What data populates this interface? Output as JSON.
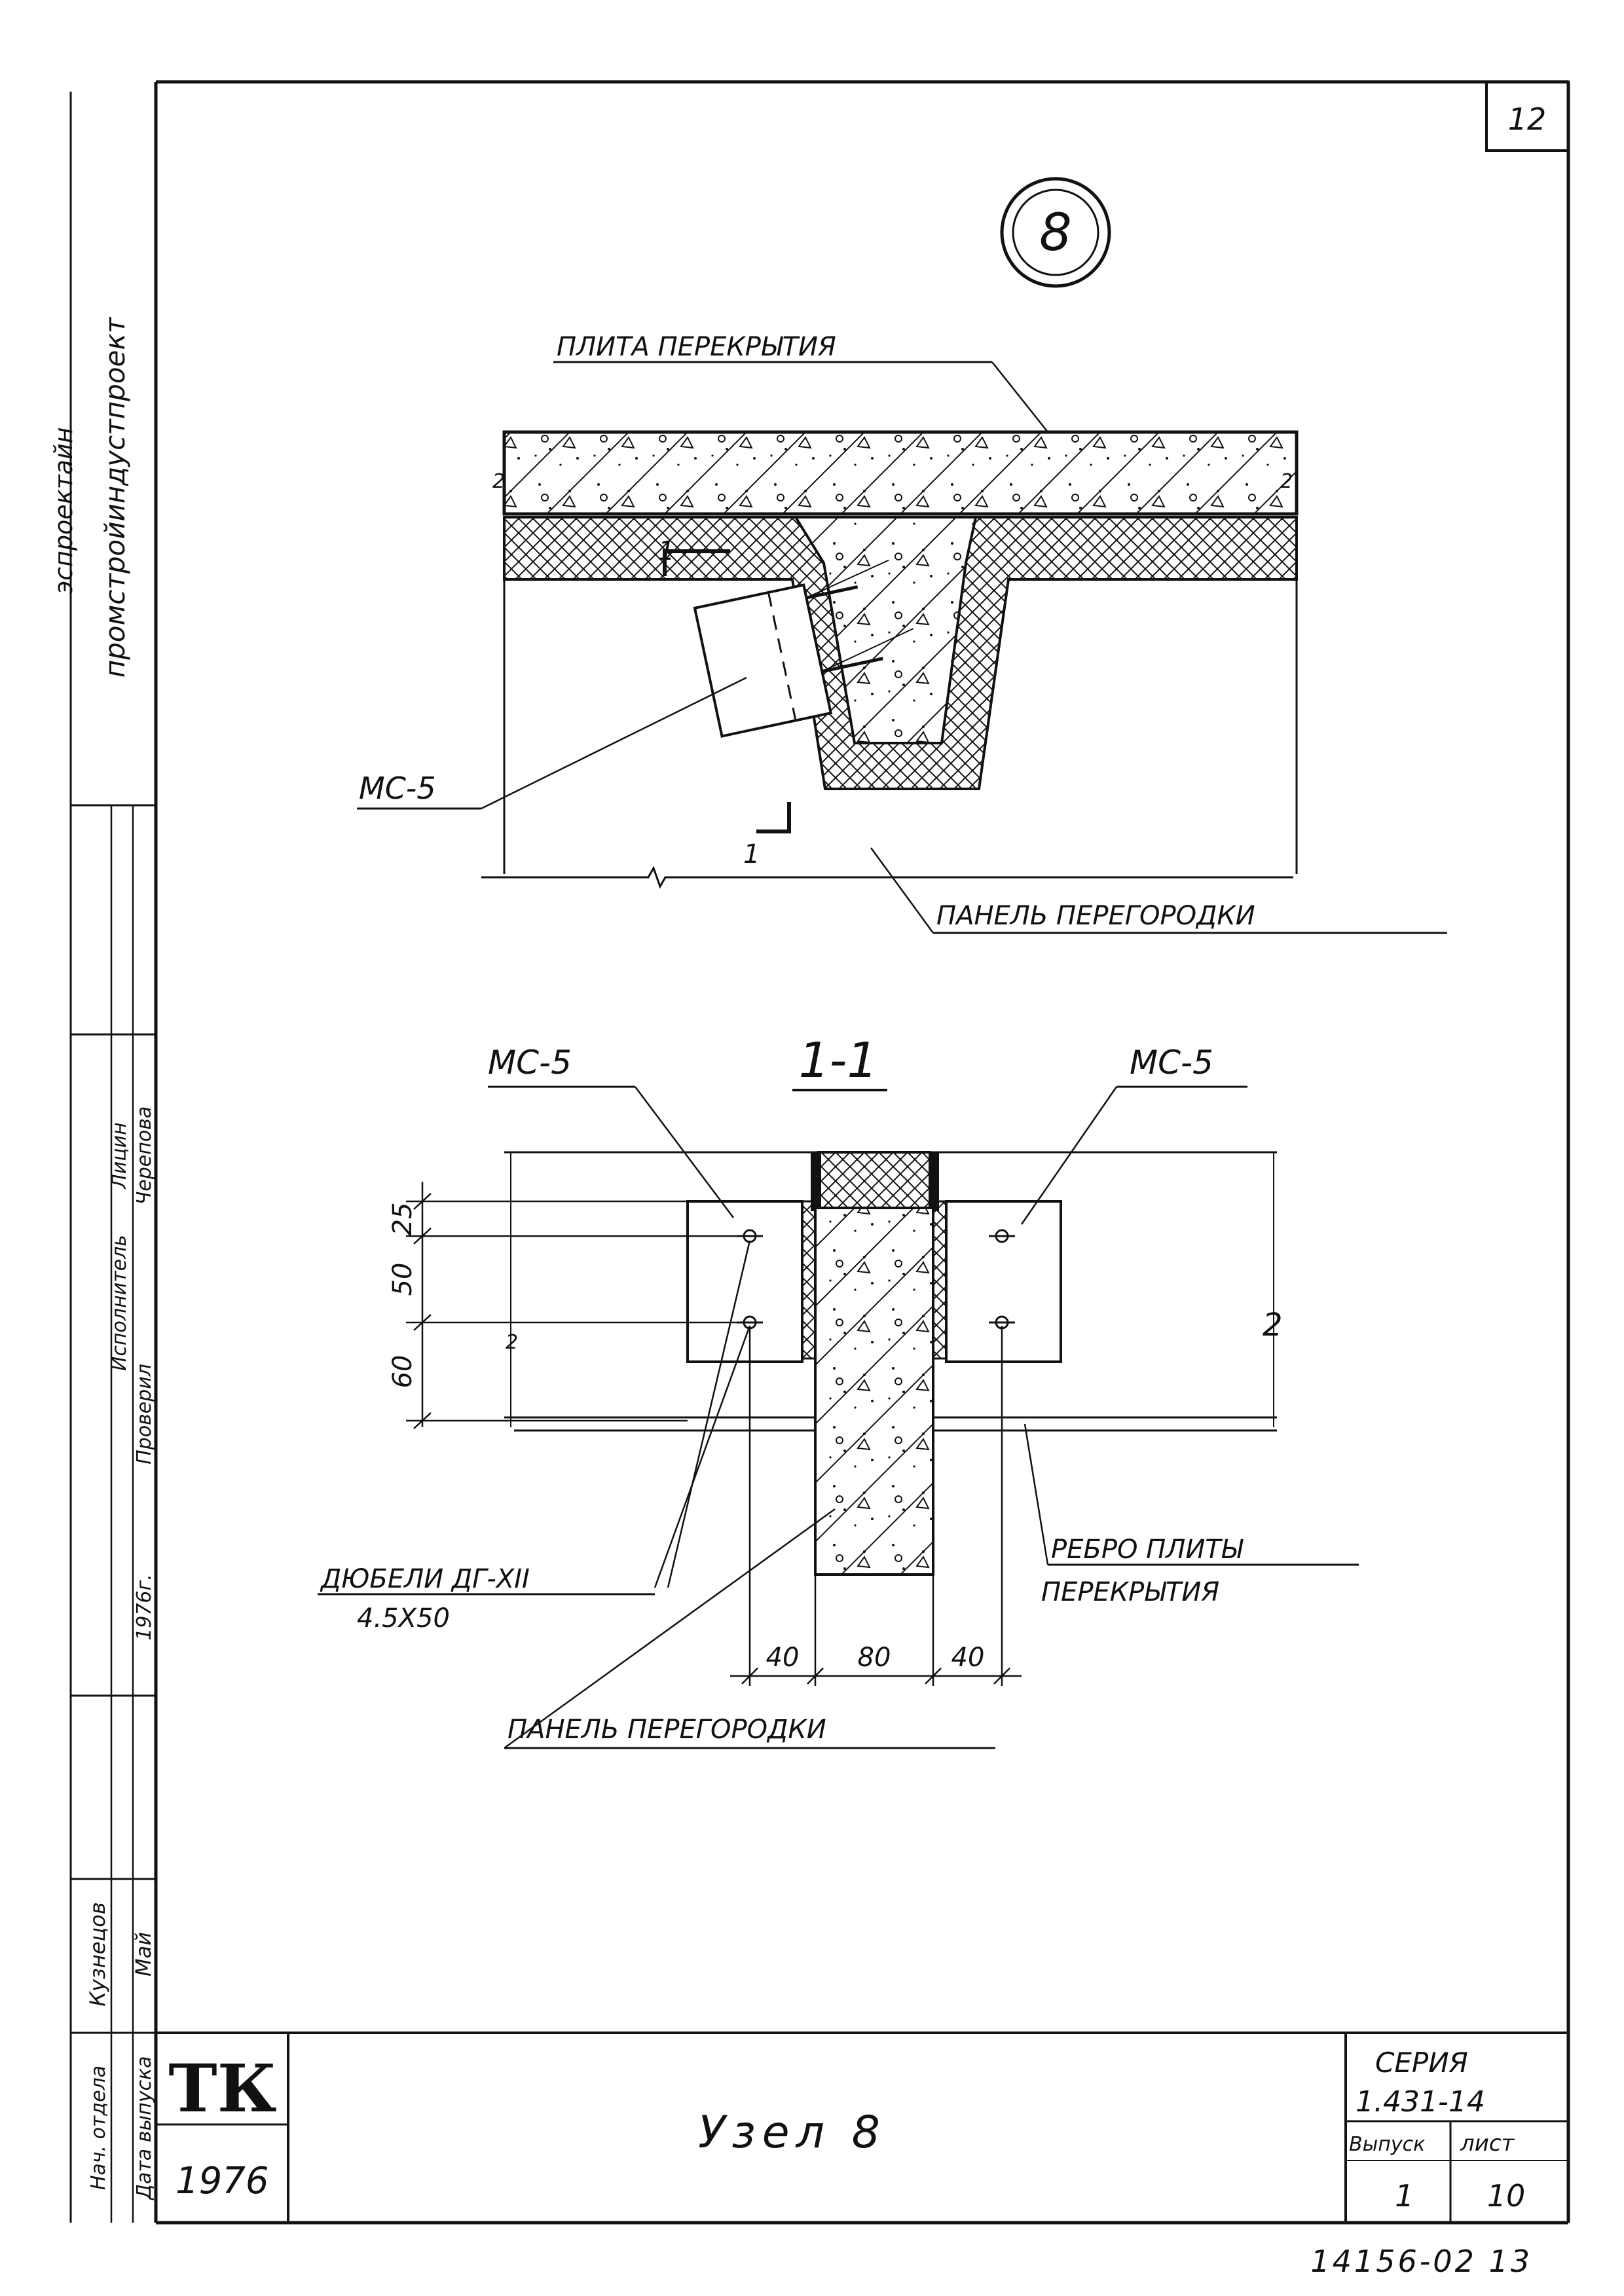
{
  "sheet_number": "12",
  "node_marker": "8",
  "top_detail": {
    "slab_label": "ПЛИТА ПЕРЕКРЫТИЯ",
    "bracket_label": "МС-5",
    "panel_label": "ПАНЕЛЬ ПЕРЕГОРОДКИ",
    "cut_mark_top": "1",
    "cut_mark_bottom": "1",
    "mark_2_left": "2",
    "mark_2_right": "2"
  },
  "section": {
    "title": "1-1",
    "bracket_left_label": "МС-5",
    "bracket_right_label": "МС-5",
    "dowels_label_line1": "ДЮБЕЛИ ДГ-XII",
    "dowels_label_line2": "4.5Х50",
    "rib_label_line1": "РЕБРО ПЛИТЫ",
    "rib_label_line2": "ПЕРЕКРЫТИЯ",
    "panel_label": "ПАНЕЛЬ ПЕРЕГОРОДКИ",
    "mark_2_left": "2",
    "mark_2_right": "2",
    "dims_vertical": [
      "25",
      "50",
      "60"
    ],
    "dims_horizontal": [
      "40",
      "80",
      "40"
    ]
  },
  "left_strip": {
    "org_line1": "эспроектайн",
    "org_line2": "промстройиндустпроект",
    "roles": [
      "Нач. отдела",
      "Дата выпуска",
      "Исполнитель",
      "Проверил"
    ],
    "names": [
      "Кузнецов",
      "Май",
      "Лицин",
      "Черепова"
    ],
    "year": "1976г."
  },
  "title_block": {
    "org_logo": "ТК",
    "year": "1976",
    "title": "Узел 8",
    "series_label": "СЕРИЯ",
    "series_value": "1.431-14",
    "issue_label": "Выпуск",
    "issue_value": "1",
    "sheet_label": "лист",
    "sheet_value": "10"
  },
  "archive_number": "14156-02 13"
}
